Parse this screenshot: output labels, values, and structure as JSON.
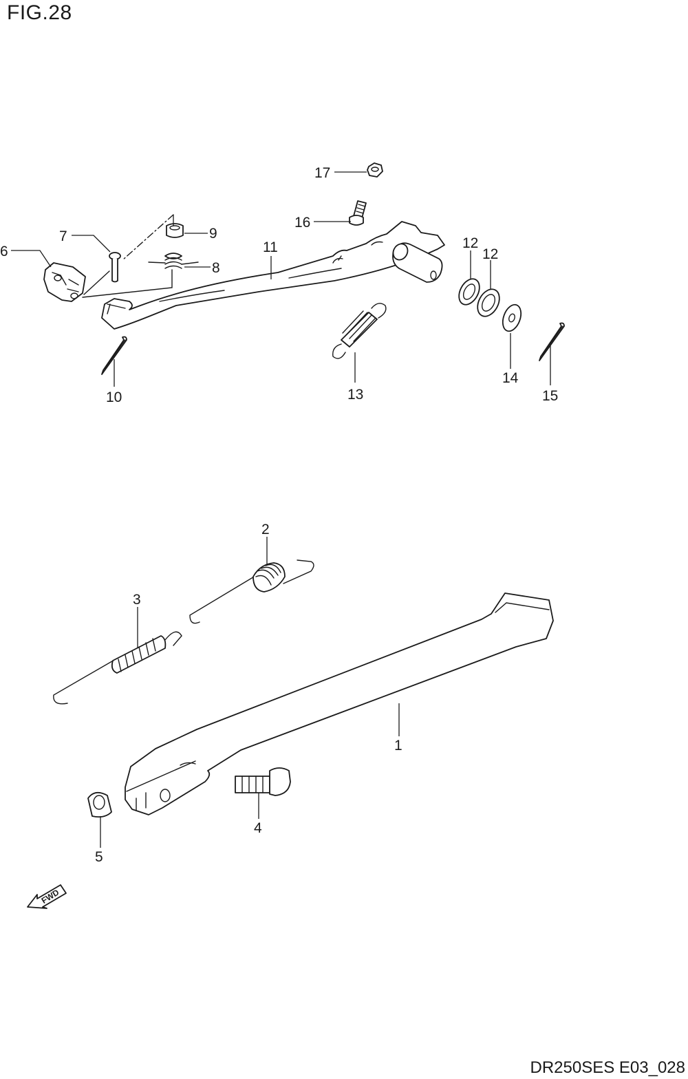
{
  "figure": {
    "title": "FIG.28",
    "code": "DR250SES E03_028"
  },
  "labels": {
    "p1": "1",
    "p2": "2",
    "p3": "3",
    "p4": "4",
    "p5": "5",
    "p6": "6",
    "p7": "7",
    "p8": "8",
    "p9": "9",
    "p10": "10",
    "p11": "11",
    "p12a": "12",
    "p12b": "12",
    "p13": "13",
    "p14": "14",
    "p15": "15",
    "p16": "16",
    "p17": "17"
  },
  "direction": {
    "text": "FWD"
  }
}
